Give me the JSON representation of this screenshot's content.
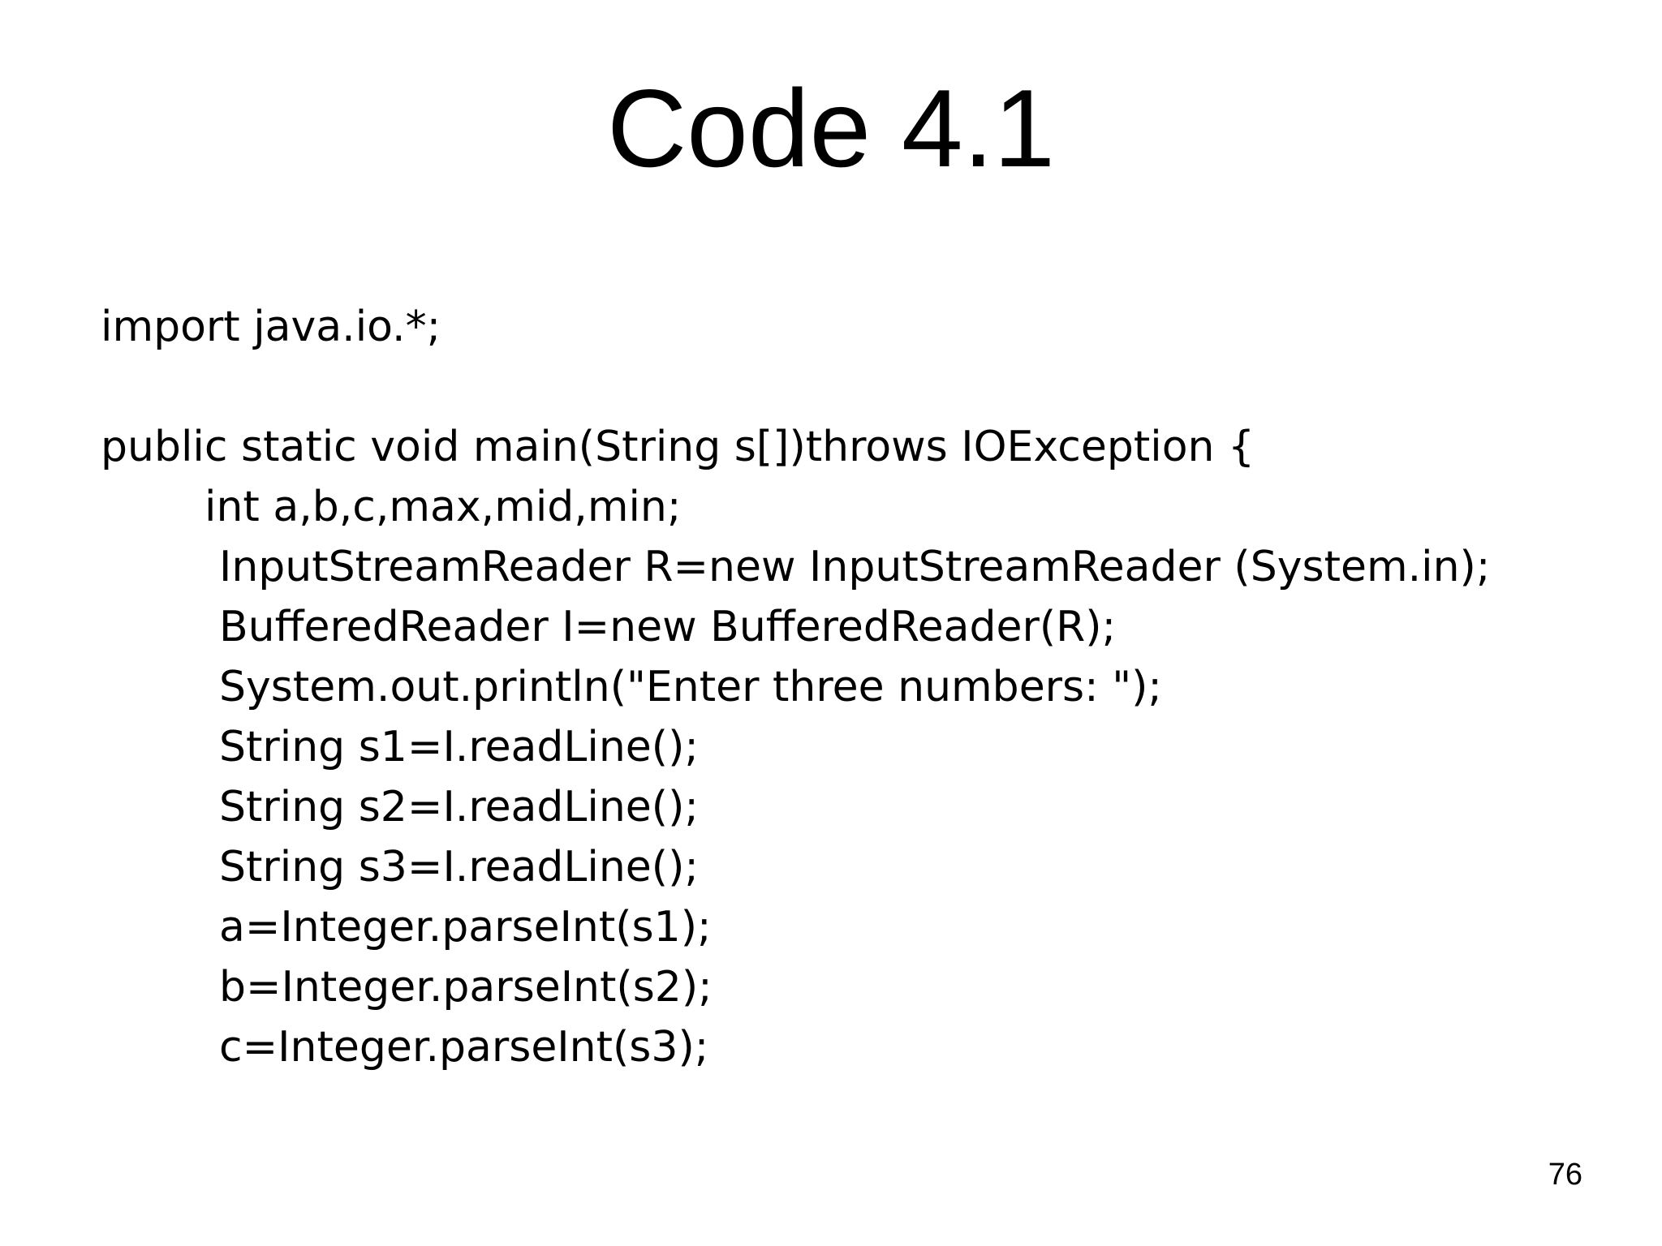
{
  "slide": {
    "title": "Code 4.1",
    "page_number": "76",
    "code_lines": [
      "import java.io.*;",
      "public static void main(String s[])throws IOException {",
      "int a,b,c,max,mid,min;",
      "InputStreamReader R=new InputStreamReader (System.in);",
      "BufferedReader I=new BufferedReader(R);",
      "System.out.println(\"Enter three numbers: \");",
      "String s1=I.readLine();",
      "String s2=I.readLine();",
      "String s3=I.readLine();",
      "a=Integer.parseInt(s1);",
      "b=Integer.parseInt(s2);",
      "c=Integer.parseInt(s3);"
    ]
  }
}
